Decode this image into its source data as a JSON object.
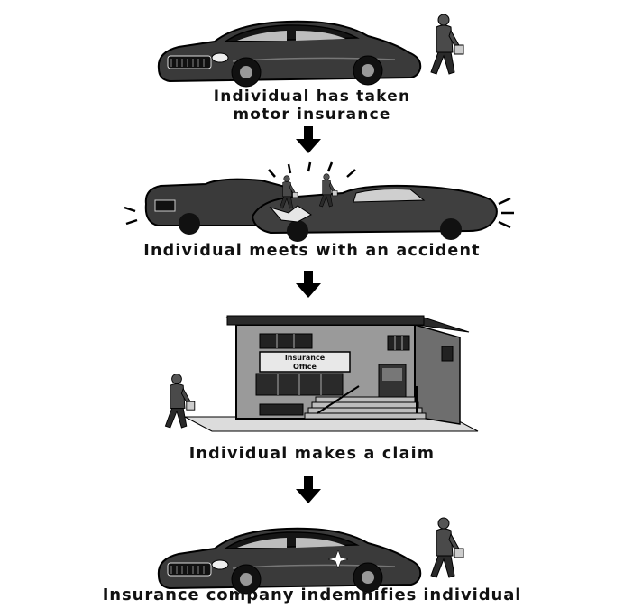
{
  "steps": [
    {
      "caption_line1": "Individual has taken",
      "caption_line2": "motor insurance",
      "illustration": "car-with-person"
    },
    {
      "caption": "Individual meets with an accident",
      "illustration": "car-collision"
    },
    {
      "caption": "Individual makes a claim",
      "illustration": "insurance-office-building"
    },
    {
      "caption": "Insurance company indemnifies individual",
      "illustration": "car-with-person"
    }
  ],
  "office_sign": {
    "line1": "Insurance",
    "line2": "Office"
  },
  "colors": {
    "ink": "#111111",
    "car_body": "#3a3a3a",
    "car_dark": "#1a1a1a",
    "building": "#8c8c8c",
    "background": "#ffffff"
  }
}
